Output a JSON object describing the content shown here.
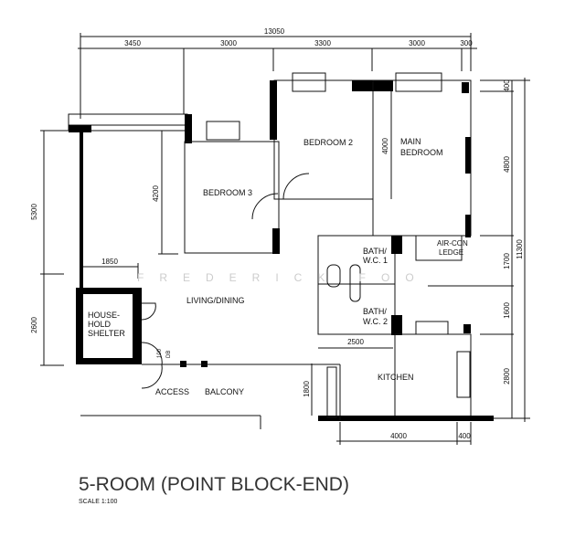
{
  "plan": {
    "title": "5-ROOM (POINT BLOCK-END)",
    "scale": "SCALE   1:100",
    "watermark": "FREDERICK FOO",
    "rooms": {
      "bedroom3": "BEDROOM 3",
      "bedroom2": "BEDROOM 2",
      "main_bedroom_1": "MAIN",
      "main_bedroom_2": "BEDROOM",
      "living": "LIVING/DINING",
      "shelter_1": "HOUSE-",
      "shelter_2": "HOLD",
      "shelter_3": "SHELTER",
      "bath1_1": "BATH/",
      "bath1_2": "W.C. 1",
      "bath2_1": "BATH/",
      "bath2_2": "W.C. 2",
      "aircon_1": "AIR-CON",
      "aircon_2": "LEDGE",
      "kitchen": "KITCHEN",
      "access": "ACCESS",
      "balcony": "BALCONY",
      "db_1": "100",
      "db_2": "DB"
    },
    "dimensions": {
      "overall_width": "13050",
      "top": [
        "3450",
        "3000",
        "3300",
        "3000",
        "300"
      ],
      "left_top": "5300",
      "left_bottom": "2600",
      "bedroom3_depth": "4200",
      "bedroom2_depth": "4000",
      "right": [
        "400",
        "4800",
        "1700",
        "1600",
        "2800"
      ],
      "overall_height": "11300",
      "bottom": [
        "4000",
        "400"
      ],
      "living_1850": "1850",
      "bath_2500": "2500",
      "balcony_1800": "1800"
    }
  }
}
